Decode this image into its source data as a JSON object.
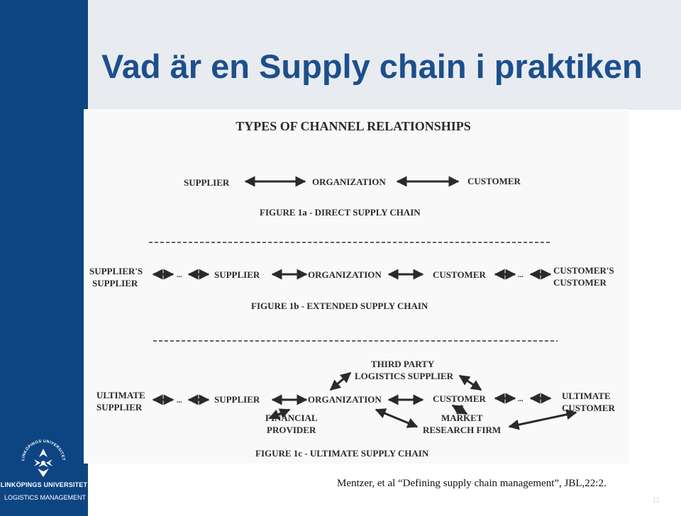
{
  "slide": {
    "title": "Vad är en Supply chain i praktiken",
    "citation": "Mentzer, et al  “Defining supply chain management”, JBL,22:2.",
    "page_number": "11"
  },
  "sidebar": {
    "university_name": "LINKÖPINGS UNIVERSITET",
    "department": "LOGISTICS MANAGEMENT",
    "logo_text": "LINKÖPINGS UNIVERSITET"
  },
  "figure": {
    "heading": "TYPES OF CHANNEL RELATIONSHIPS",
    "fig1a": {
      "supplier": "SUPPLIER",
      "organization": "ORGANIZATION",
      "customer": "CUSTOMER",
      "caption": "FIGURE 1a - DIRECT SUPPLY CHAIN"
    },
    "fig1b": {
      "suppliers_supplier_1": "SUPPLIER'S",
      "suppliers_supplier_2": "SUPPLIER",
      "supplier": "SUPPLIER",
      "organization": "ORGANIZATION",
      "customer": "CUSTOMER",
      "customers_customer_1": "CUSTOMER'S",
      "customers_customer_2": "CUSTOMER",
      "caption": "FIGURE 1b - EXTENDED SUPPLY CHAIN"
    },
    "fig1c": {
      "third_party_1": "THIRD PARTY",
      "third_party_2": "LOGISTICS SUPPLIER",
      "ultimate_supplier_1": "ULTIMATE",
      "ultimate_supplier_2": "SUPPLIER",
      "supplier": "SUPPLIER",
      "organization": "ORGANIZATION",
      "customer": "CUSTOMER",
      "ultimate_customer_1": "ULTIMATE",
      "ultimate_customer_2": "CUSTOMER",
      "financial_1": "FINANCIAL",
      "financial_2": "PROVIDER",
      "market_1": "MARKET",
      "market_2": "RESEARCH FIRM",
      "caption": "FIGURE 1c - ULTIMATE SUPPLY CHAIN"
    }
  }
}
